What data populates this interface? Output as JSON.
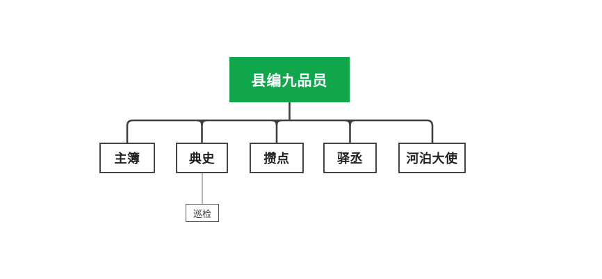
{
  "chart": {
    "type": "org-tree",
    "root": {
      "label": "县编九品员"
    },
    "children": [
      {
        "label": "主簿"
      },
      {
        "label": "典史",
        "children": [
          {
            "label": "巡检"
          }
        ]
      },
      {
        "label": "攒点"
      },
      {
        "label": "驿丞"
      },
      {
        "label": "河泊大使"
      }
    ]
  },
  "colors": {
    "root_bg": "#0FA64C",
    "root_text": "#FFFFFF",
    "connector": "#3F3F3F",
    "node_border": "#454545",
    "node_text": "#1F1F1F",
    "subnode_border": "#555555",
    "subnode_connector": "#666666",
    "background": "#FFFFFF"
  }
}
